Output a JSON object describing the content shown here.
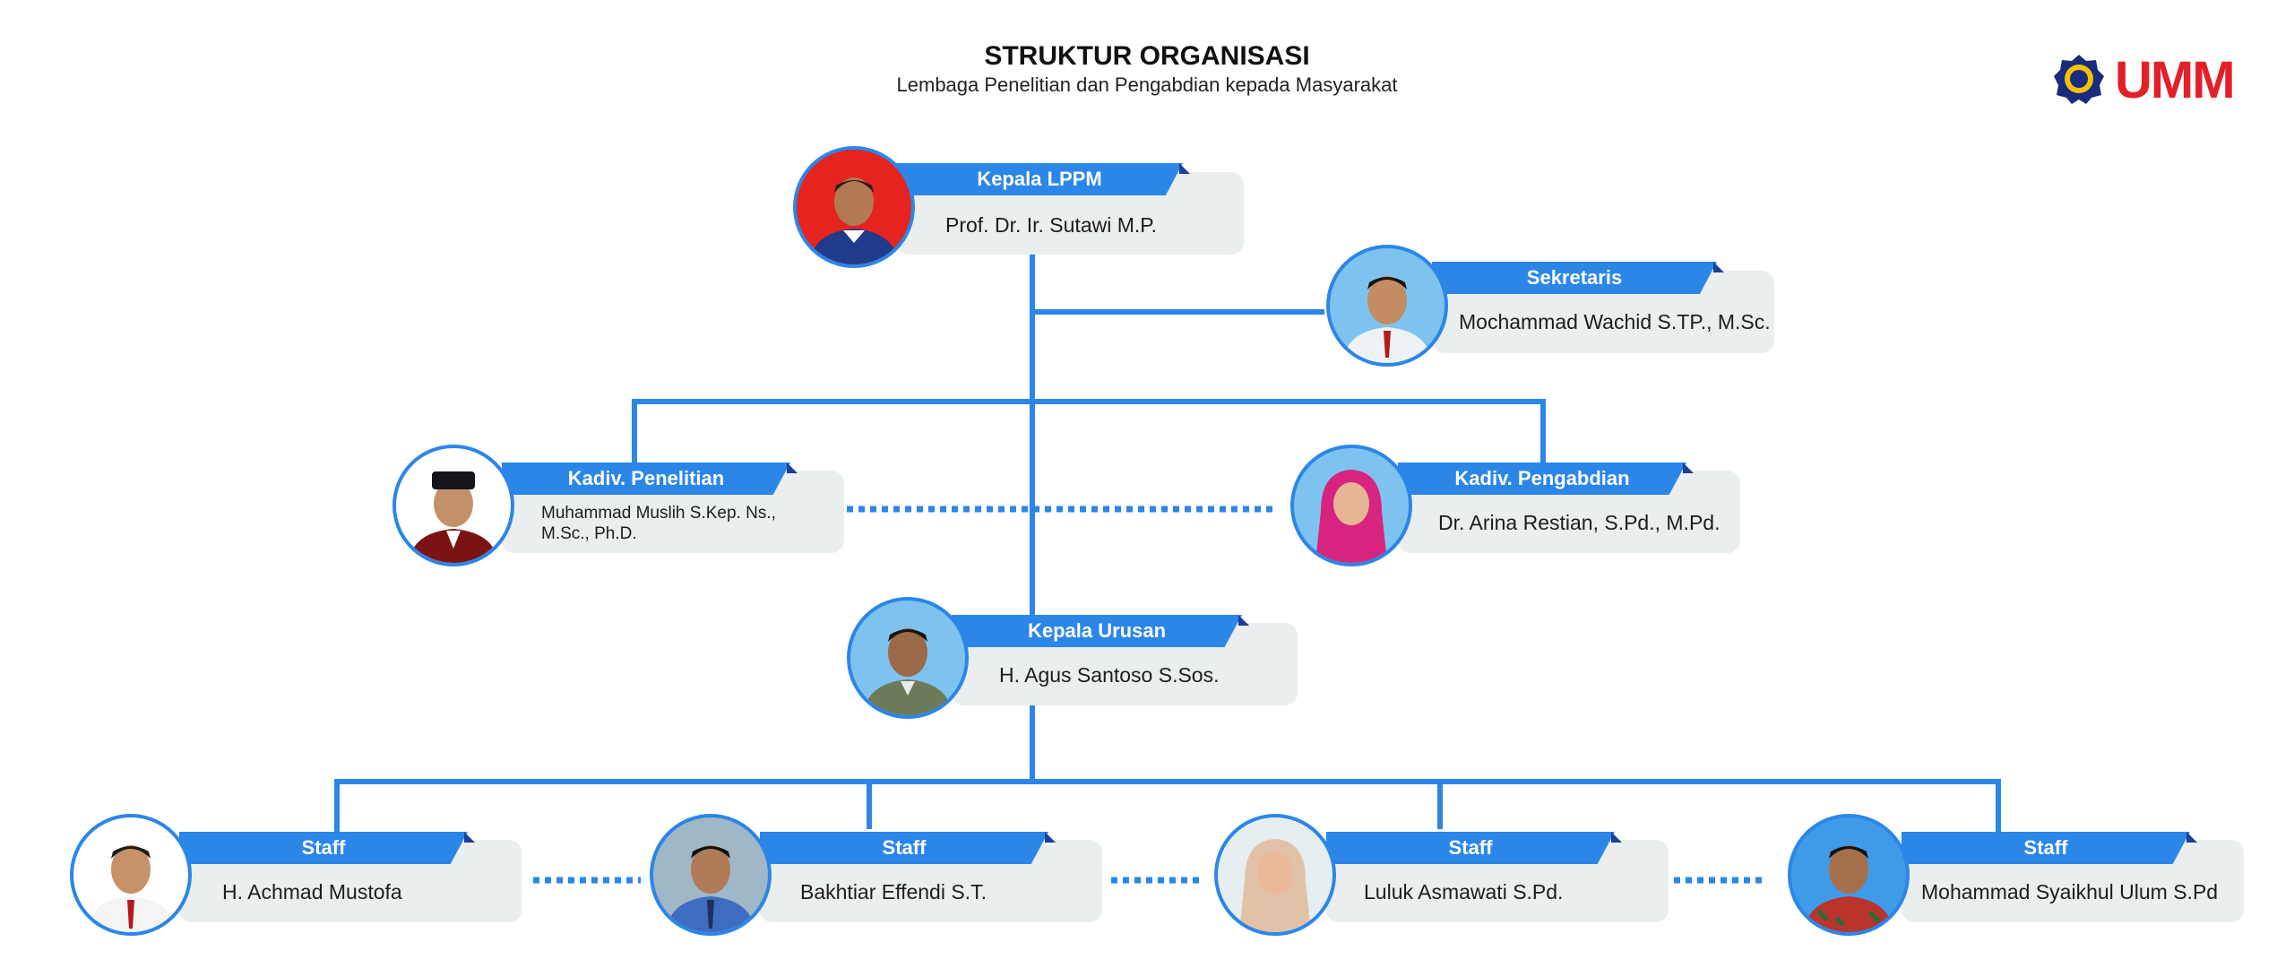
{
  "header": {
    "title": "STRUKTUR ORGANISASI",
    "subtitle": "Lembaga Penelitian dan Pengabdian kepada Masyarakat"
  },
  "logo": {
    "text": "UMM",
    "color": "#e3202a",
    "emblem_color": "#1a2a7c"
  },
  "colors": {
    "accent": "#2b86e8",
    "card": "#ebeeef"
  },
  "nodes": [
    {
      "role": "Kepala LPPM",
      "name": "Prof. Dr. Ir. Sutawi M.P.",
      "photo_bg": "#e5231f",
      "shirt": "#1f3c8a"
    },
    {
      "role": "Sekretaris",
      "name": "Mochammad Wachid S.TP., M.Sc.",
      "photo_bg": "#7ec3f0",
      "shirt": "#eef2f5"
    },
    {
      "role": "Kadiv. Penelitian",
      "name": "Muhammad Muslih S.Kep. Ns., M.Sc., Ph.D.",
      "photo_bg": "#ffffff",
      "shirt": "#7a1414"
    },
    {
      "role": "Kadiv. Pengabdian",
      "name": "Dr. Arina Restian, S.Pd., M.Pd.",
      "photo_bg": "#7ec3f0",
      "shirt": "#d6247f"
    },
    {
      "role": "Kepala Urusan",
      "name": "H. Agus Santoso S.Sos.",
      "photo_bg": "#7ec3f0",
      "shirt": "#6d7a5a"
    },
    {
      "role": "Staff",
      "name": "H. Achmad Mustofa",
      "photo_bg": "#ffffff",
      "shirt": "#f4f4f4"
    },
    {
      "role": "Staff",
      "name": "Bakhtiar Effendi S.T.",
      "photo_bg": "#9fb7c6",
      "shirt": "#3e6cc0"
    },
    {
      "role": "Staff",
      "name": "Luluk Asmawati S.Pd.",
      "photo_bg": "#e6eef2",
      "shirt": "#e2c2a6"
    },
    {
      "role": "Staff",
      "name": "Mohammad Syaikhul Ulum S.Pd",
      "photo_bg": "#3f9be8",
      "shirt": "#b8342c"
    }
  ]
}
